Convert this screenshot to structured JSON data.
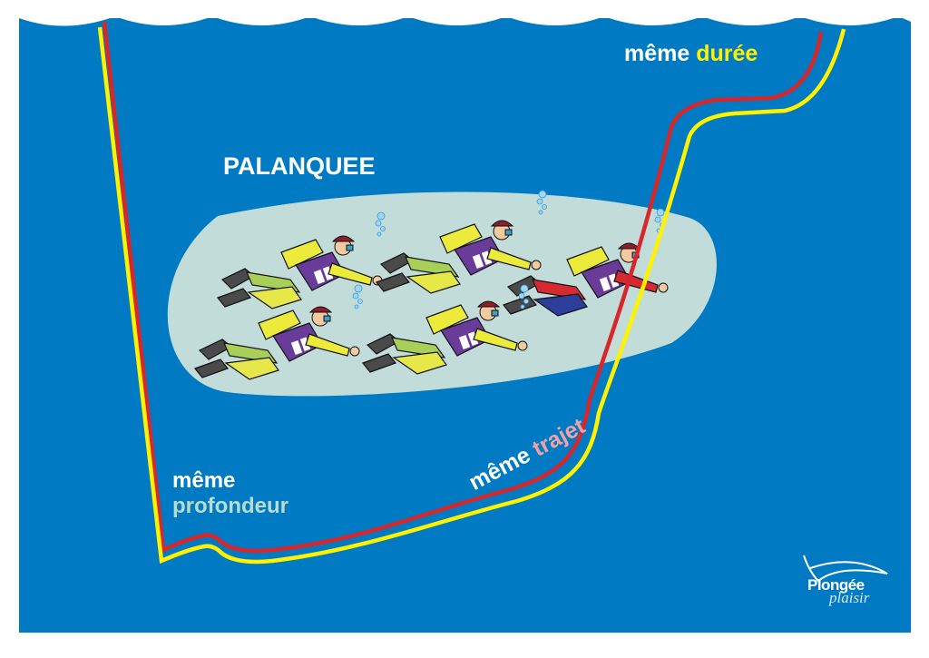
{
  "diagram": {
    "title": "PALANQUEE",
    "labels": {
      "duree": {
        "prefix": "même",
        "highlight": "durée",
        "highlight_color": "#fff200"
      },
      "profondeur": {
        "line1": "même",
        "line2": "profondeur",
        "line2_color": "#b8dcd2"
      },
      "trajet": {
        "prefix": "même",
        "highlight": "trajet",
        "highlight_color": "#f2a0a4"
      }
    },
    "colors": {
      "water": "#007bc3",
      "group_zone": "#c2dcda",
      "path_red": "#d9262b",
      "path_yellow": "#fff200",
      "surface": "#ffffff"
    },
    "paths": [
      {
        "name": "red-dive-profile",
        "color": "#d9262b"
      },
      {
        "name": "yellow-dive-profile",
        "color": "#fff200"
      }
    ],
    "divers": [
      {
        "position": "top-left",
        "suit": "yellow-green"
      },
      {
        "position": "top-middle",
        "suit": "yellow-green"
      },
      {
        "position": "top-right",
        "suit": "red-blue"
      },
      {
        "position": "bottom-left",
        "suit": "yellow-green"
      },
      {
        "position": "bottom-middle",
        "suit": "yellow-green"
      }
    ],
    "logo": {
      "line1": "Plongée",
      "line2": "plaisir"
    }
  }
}
